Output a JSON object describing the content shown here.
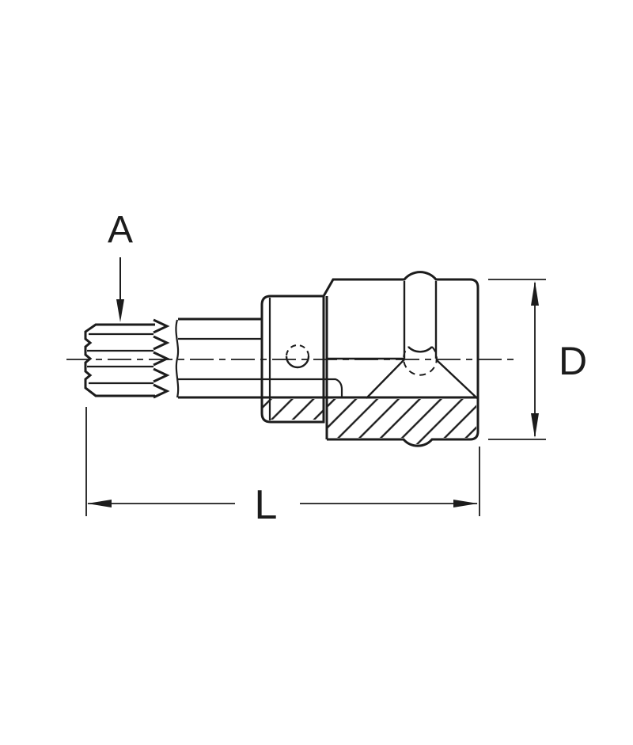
{
  "page": {
    "background": "#ffffff"
  },
  "diagram": {
    "type": "technical-drawing",
    "subject": "spline-bit impact socket, side elevation with half section",
    "line_color": "#1c1c1c",
    "labels": {
      "tip_size": "A",
      "diameter": "D",
      "length": "L"
    }
  }
}
